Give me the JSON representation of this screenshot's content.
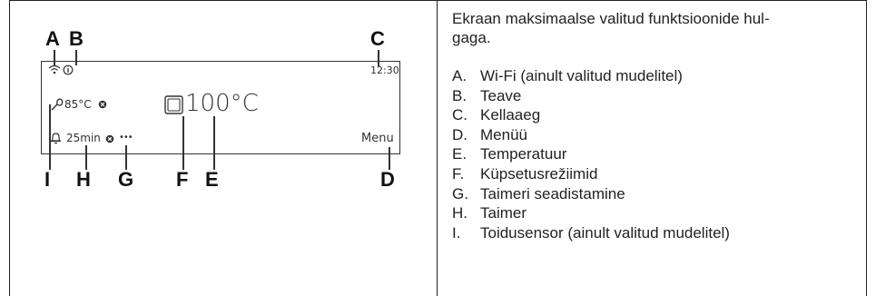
{
  "diagram": {
    "labels": {
      "a": "A",
      "b": "B",
      "c": "C",
      "d": "D",
      "e": "E",
      "f": "F",
      "g": "G",
      "h": "H",
      "i": "I"
    },
    "screen": {
      "time": "12:30",
      "menu": "Menu",
      "probe_temp": "85°C",
      "timer": "25min",
      "more": "•••",
      "temperature": "100°C"
    },
    "icons": [
      "wifi-icon",
      "info-icon",
      "food-probe-icon",
      "bell-icon",
      "cancel-icon",
      "oven-mode-icon"
    ]
  },
  "caption": "Ekraan maksimaalse valitud funktsioonide hul-gaga.",
  "caption_line1": "Ekraan maksimaalse valitud funktsioonide hul-",
  "caption_line2": "gaga.",
  "legend": [
    {
      "key": "A.",
      "text": "Wi-Fi (ainult valitud mudelitel)"
    },
    {
      "key": "B.",
      "text": "Teave"
    },
    {
      "key": "C.",
      "text": "Kellaaeg"
    },
    {
      "key": "D.",
      "text": "Menüü"
    },
    {
      "key": "E.",
      "text": "Temperatuur"
    },
    {
      "key": "F.",
      "text": "Küpsetusrežiimid"
    },
    {
      "key": "G.",
      "text": "Taimeri seadistamine"
    },
    {
      "key": "H.",
      "text": "Taimer"
    },
    {
      "key": "I.",
      "text": "Toidusensor (ainult valitud mudelitel)"
    }
  ]
}
